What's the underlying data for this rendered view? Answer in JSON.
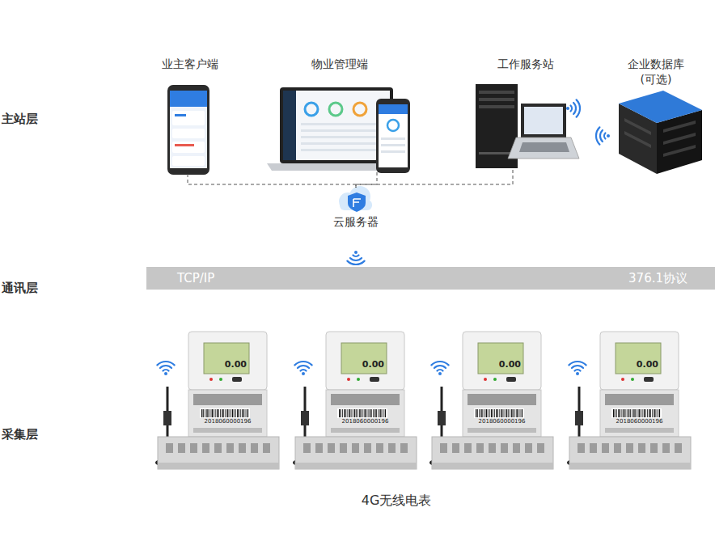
{
  "diagram": {
    "nodes": [
      {
        "text": [
          "业主客户端"
        ]
      },
      {
        "text": [
          "物业管理端"
        ]
      },
      {
        "text": [
          "工作服务站"
        ]
      },
      {
        "text": [
          "企业数据库 (可选)"
        ]
      },
      {
        "text": [
          "云服务器"
        ]
      },
      {
        "text": [
          "TCP/IP",
          "376.1协议"
        ]
      },
      {
        "text": [
          "0.00",
          "2018060000196"
        ]
      },
      {
        "text": [
          "0.00",
          "2018060000196"
        ]
      },
      {
        "text": [
          "0.00",
          "2018060000196"
        ]
      },
      {
        "text": [
          "0.00",
          "2018060000196"
        ]
      }
    ],
    "edges": [
      {
        "from": 0,
        "to": 4,
        "arrow": "none"
      },
      {
        "from": 1,
        "to": 4,
        "arrow": "none"
      },
      {
        "from": 2,
        "to": 4,
        "arrow": "none"
      }
    ],
    "labels": [
      "主站层",
      "通讯层",
      "采集层",
      "4G无线电表"
    ]
  }
}
